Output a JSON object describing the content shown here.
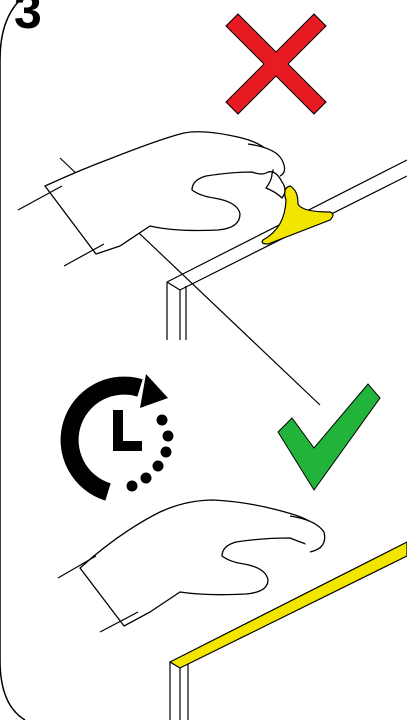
{
  "step": {
    "number": "3"
  },
  "panels": [
    {
      "id": "incorrect",
      "status_icon": "red-x-icon",
      "status_color": "#e81b23",
      "adhesive_color": "#f2e600",
      "description_icon": "hand-pressing-adhesive-blob"
    },
    {
      "id": "correct",
      "status_icon": "green-checkmark-icon",
      "status_color": "#22b43a",
      "adhesive_color": "#f2e600",
      "description_icon": "hand-hovering-over-cured-edge",
      "extra_icon": "clock-wait-icon"
    }
  ],
  "colors": {
    "line": "#000000",
    "background": "#ffffff"
  }
}
